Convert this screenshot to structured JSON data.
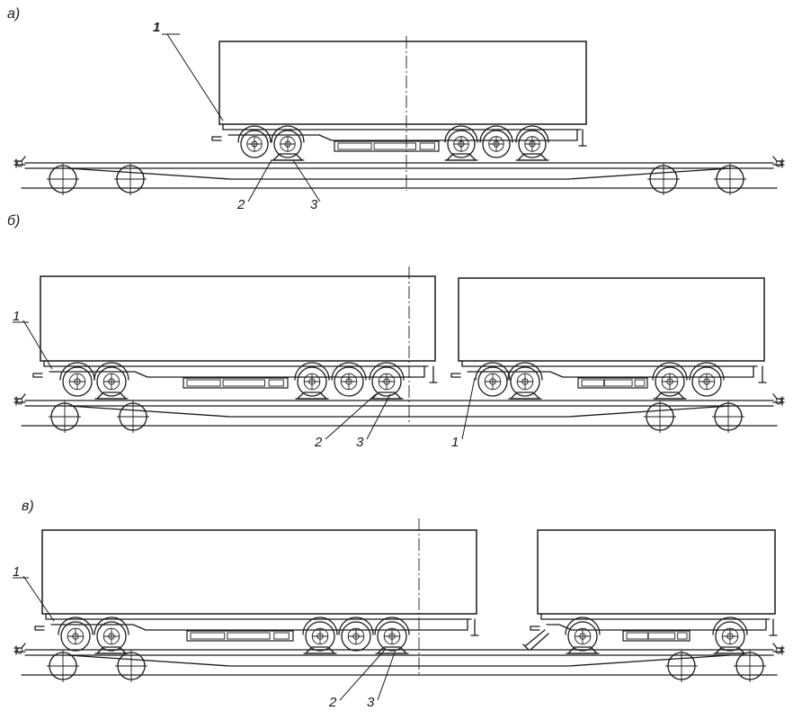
{
  "figure": {
    "panels": [
      {
        "id": "a",
        "caption": "а)",
        "callouts": [
          "1",
          "2",
          "3"
        ]
      },
      {
        "id": "b",
        "caption": "б)",
        "callouts": [
          "1",
          "2",
          "3",
          "1"
        ]
      },
      {
        "id": "v",
        "caption": "в)",
        "callouts": [
          "1",
          "2",
          "3"
        ]
      }
    ]
  },
  "colors": {
    "line": "#1a1a1a",
    "background": "#ffffff"
  }
}
